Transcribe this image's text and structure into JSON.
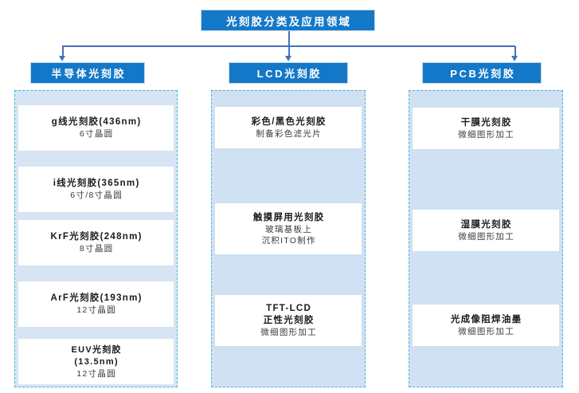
{
  "diagram": {
    "title": "光刻胶分类及应用领域",
    "accent_color": "#1478c8",
    "panel_color": "#cfe1f2",
    "dashed_border_color": "#4fb0e4",
    "connector_color": "#4472b8",
    "card_color": "#ffffff"
  },
  "columns": [
    {
      "header": "半导体光刻胶",
      "items": [
        {
          "title": "g线光刻胶(436nm)",
          "sub": "6寸晶圆",
          "sub2": ""
        },
        {
          "title": "i线光刻胶(365nm)",
          "sub": "6寸/8寸晶圆",
          "sub2": ""
        },
        {
          "title": "KrF光刻胶(248nm)",
          "sub": "8寸晶圆",
          "sub2": ""
        },
        {
          "title": "ArF光刻胶(193nm)",
          "sub": "12寸晶圆",
          "sub2": ""
        },
        {
          "title": "EUV光刻胶",
          "sub": "(13.5nm)",
          "sub2": "12寸晶圆"
        }
      ]
    },
    {
      "header": "LCD光刻胶",
      "items": [
        {
          "title": "彩色/黑色光刻胶",
          "sub": "制备彩色滤光片",
          "sub2": ""
        },
        {
          "title": "触摸屏用光刻胶",
          "sub": "玻璃基板上",
          "sub2": "沉积ITO制作"
        },
        {
          "title": "TFT-LCD",
          "sub": "正性光刻胶",
          "sub2": "微细图形加工"
        }
      ]
    },
    {
      "header": "PCB光刻胶",
      "items": [
        {
          "title": "干膜光刻胶",
          "sub": "微细图形加工",
          "sub2": ""
        },
        {
          "title": "湿膜光刻胶",
          "sub": "微细图形加工",
          "sub2": ""
        },
        {
          "title": "光成像阻焊油墨",
          "sub": "微细图形加工",
          "sub2": ""
        }
      ]
    }
  ]
}
